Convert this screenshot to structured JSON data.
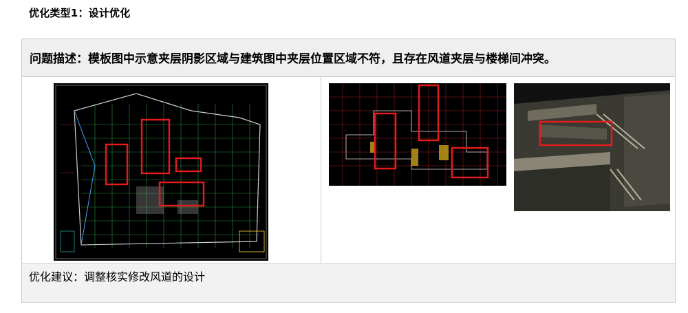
{
  "slide": {
    "title": "优化类型1：设计优化",
    "problem": "问题描述：模板图中示意夹层阴影区域与建筑图中夹层位置区域不符，且存在风道夹层与楼梯间冲突。",
    "advice": "优化建议：调整核实修改风道的设计"
  },
  "images": [
    {
      "name": "formwork-plan-drawing",
      "highlights": 4
    },
    {
      "name": "architectural-plan-drawing",
      "highlights": 3
    },
    {
      "name": "bim-3d-stair-view",
      "highlights": 1
    }
  ],
  "colors": {
    "highlight": "#e21b1b",
    "cad_bg": "#000000",
    "grid": "#2fb84a",
    "panel_header": "#efefef"
  }
}
